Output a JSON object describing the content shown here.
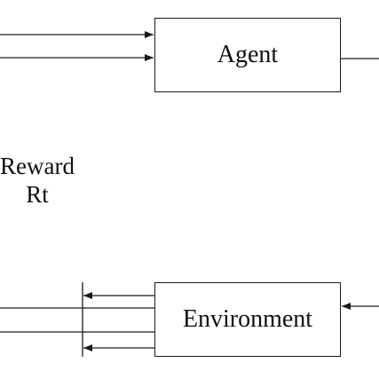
{
  "diagram": {
    "agent_label": "Agent",
    "environment_label": "Environment",
    "reward_label": "Reward",
    "reward_symbol": "Rt",
    "line_color": "#1a1a1a"
  }
}
